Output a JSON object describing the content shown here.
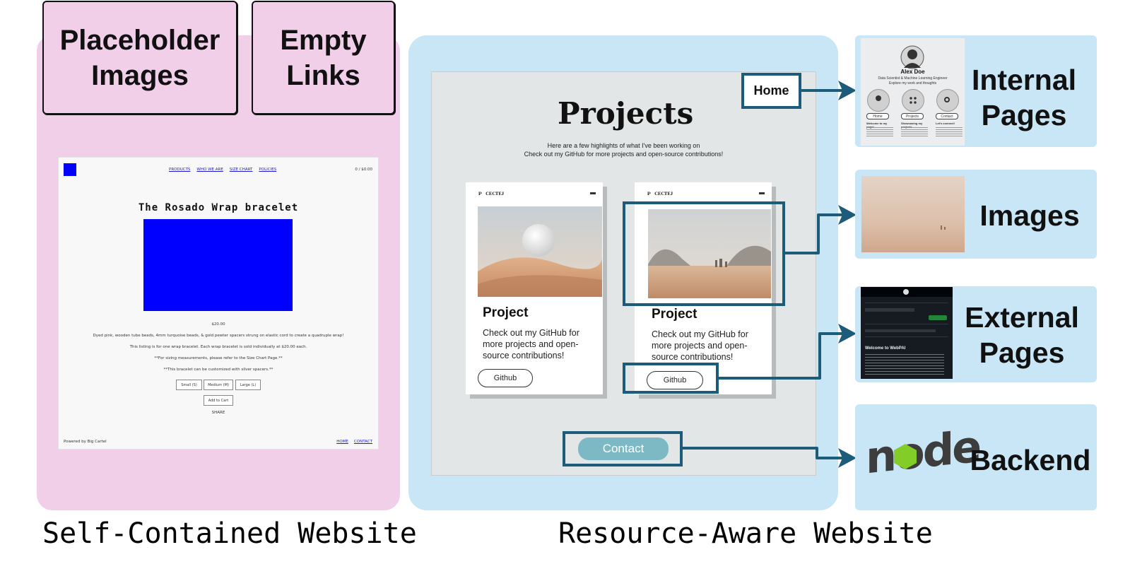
{
  "left": {
    "box_placeholder": [
      "Placeholder",
      "Images"
    ],
    "box_empty": [
      "Empty",
      "Links"
    ],
    "shop": {
      "nav": [
        "PRODUCTS",
        "WHO WE ARE",
        "SIZE CHART",
        "POLICIES"
      ],
      "cart": "0 / $0.00",
      "title": "The Rosado Wrap bracelet",
      "price": "$20.00",
      "desc": [
        "Dyed pink, wooden tube beads, 4mm turquoise beads, & gold pewter spacers strung on elastic cord to create a quadruple wrap!",
        "This listing is for one wrap bracelet. Each wrap bracelet is sold individually at $20.00 each.",
        "**For sizing measurements, please refer to the Size Chart Page.**",
        "**This bracelet can be customized with silver spacers.**"
      ],
      "sizes": [
        "Small (S)",
        "Medium (M)",
        "Large (L)"
      ],
      "add_to_cart": "Add to Cart",
      "share": "SHARE",
      "powered": "Powered by Big Cartel",
      "footer_links": [
        "HOME",
        "CONTACT"
      ],
      "placeholder_color": "#0000ff"
    },
    "caption": "Self-Contained Website"
  },
  "center": {
    "home": "Home",
    "title": "Projects",
    "subtitle": [
      "Here are a few highlights of what I've been working on",
      "Check out my GitHub for more projects and open-source contributions!"
    ],
    "cards": [
      {
        "logo": "ᴘ ᴄᴇᴄᴛᴇᴊ",
        "heading": "Project",
        "text": "Check out my GitHub for more projects and open-source contributions!",
        "button": "Github"
      },
      {
        "logo": "ᴘ ᴄᴇᴄᴛᴇᴊ",
        "heading": "Project",
        "text": "Check out my GitHub for more projects and open-source contributions!",
        "button": "Github"
      }
    ],
    "contact": "Contact",
    "caption": "Resource-Aware Website",
    "accent": "#1c5c7a"
  },
  "right": {
    "internal": {
      "label": [
        "Internal",
        "Pages"
      ],
      "name": "Alex Doe",
      "role": "Data Scientist & Machine Learning Engineer",
      "tagline": "Explore my work and thoughts",
      "buttons": [
        "Home",
        "Projects",
        "Contact"
      ],
      "cols": [
        "Welcome to my page!",
        "Showcasing my projects",
        "Let's connect!"
      ]
    },
    "images": {
      "label": "Images"
    },
    "external": {
      "label": [
        "External",
        "Pages"
      ],
      "welcome": "Welcome to WebPAI"
    },
    "backend": {
      "label": "Backend",
      "logo": "node"
    }
  }
}
